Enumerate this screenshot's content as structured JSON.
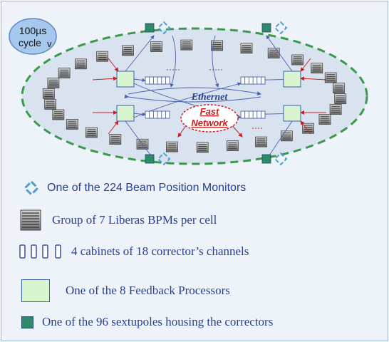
{
  "diagram": {
    "cycle_label": "100µs cycle",
    "ethernet_label": "Ethernet",
    "fast_network_label": "Fast Network",
    "colors": {
      "ellipse_dash": "#3a9a4a",
      "ellipse_fill": "#d9e3f0",
      "monitor": "#4da0d0",
      "sextupole": "#2f8a6a",
      "feedback_processor": "#d8f5d0",
      "arrow_blue": "#4a5fb0",
      "arrow_red": "#c82020",
      "text_blue": "#2a3f8f"
    }
  },
  "legend": {
    "bpm": "One of the 224 Beam Position Monitors",
    "libera": "Group of 7 Liberas  BPMs per cell",
    "cabinets": "4 cabinets of 18 corrector’s channels",
    "feedback": "One of the 8 Feedback Processors",
    "sextupoles": "One of the 96 sextupoles housing the correctors"
  }
}
